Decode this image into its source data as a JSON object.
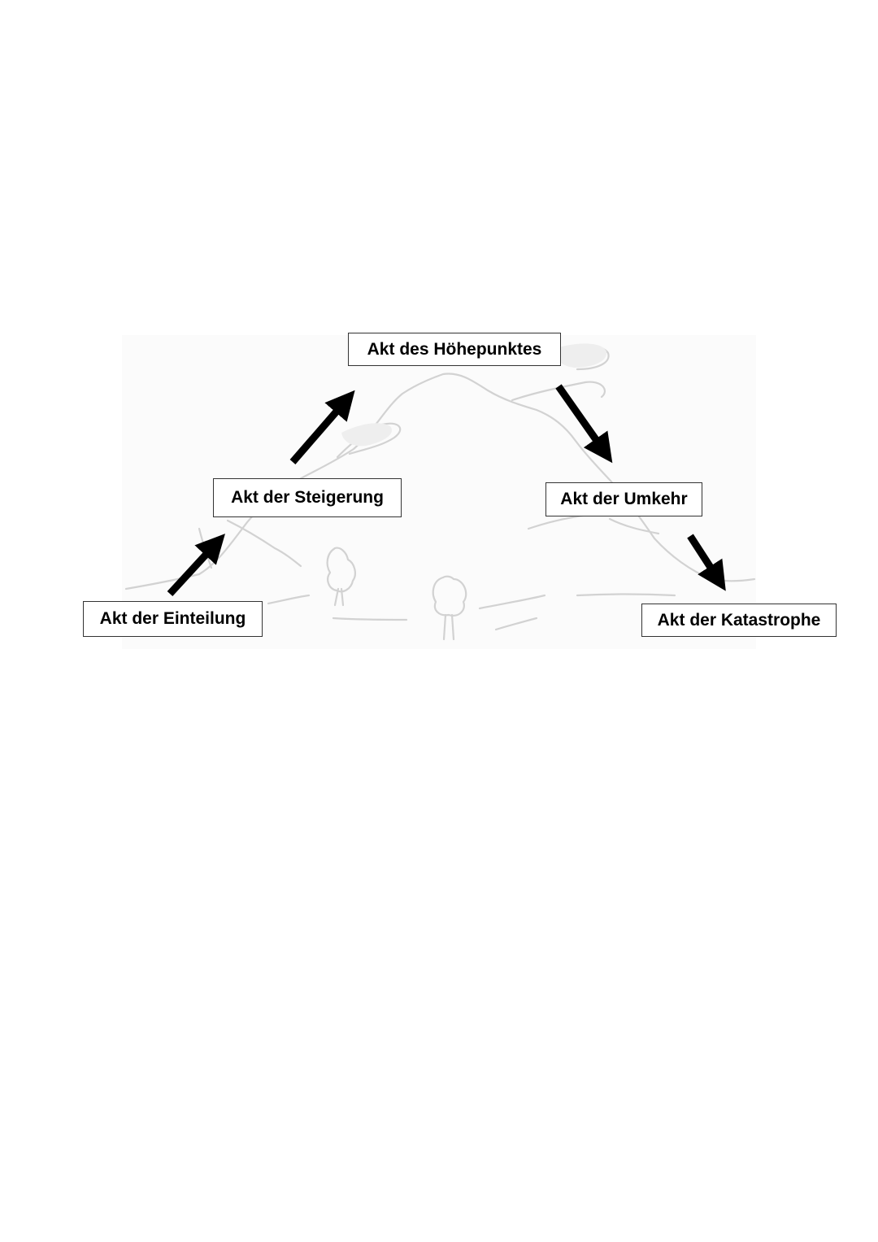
{
  "diagram": {
    "acts": {
      "exposition": "Akt der Einteilung",
      "rising": "Akt der Steigerung",
      "climax": "Akt des Höhepunktes",
      "reversal": "Akt der Umkehr",
      "catastrophe": "Akt der Katastrophe"
    },
    "colors": {
      "arrow": "#000000",
      "sketch": "#d4d4d4",
      "sketch_bg": "#fbfbfb",
      "box_border": "#333333"
    }
  }
}
